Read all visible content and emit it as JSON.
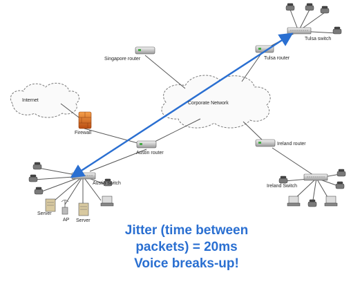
{
  "diagram": {
    "nodes": {
      "internet": "Internet",
      "firewall": "Firewall",
      "singapore_router": "Singapore router",
      "corporate_network": "Corporate Network",
      "tulsa_router": "Tulsa router",
      "tulsa_switch": "Tulsa switch",
      "austin_router": "Austin router",
      "austin_switch": "Austin switch",
      "ireland_router": "Ireland router",
      "ireland_switch": "Ireland Switch",
      "server_1": "Server",
      "ap": "AP",
      "server_2": "Server"
    },
    "caption": {
      "line1": "Jitter (time between",
      "line2": "packets) = 20ms",
      "line3": "Voice breaks-up!"
    },
    "colors": {
      "arrow": "#2a6fd1",
      "caption": "#2a6fd1",
      "firewall": "#e07a2a"
    }
  }
}
